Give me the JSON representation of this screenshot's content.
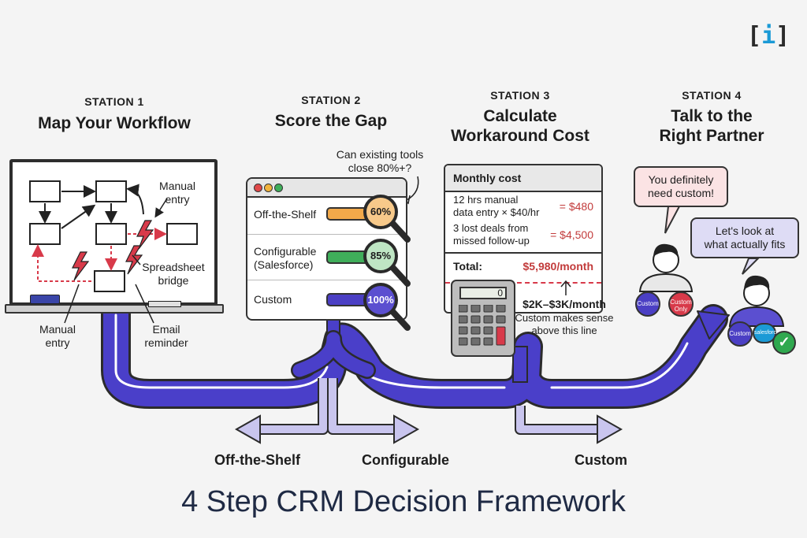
{
  "logo": {
    "open": "[",
    "letter": "i",
    "close": "]"
  },
  "stations": {
    "s1": {
      "tag": "STATION 1",
      "title": "Map Your Workflow"
    },
    "s2": {
      "tag": "STATION 2",
      "title": "Score the Gap"
    },
    "s3": {
      "tag": "STATION 3",
      "title_line1": "Calculate",
      "title_line2": "Workaround Cost"
    },
    "s4": {
      "tag": "STATION 4",
      "title_line1": "Talk to the",
      "title_line2": "Right Partner"
    }
  },
  "workflow": {
    "manual_entry_top": "Manual\nentry",
    "spreadsheet": "Spreadsheet\nbridge",
    "manual_entry_bottom": "Manual\nentry",
    "email": "Email\nreminder"
  },
  "gap": {
    "question": "Can existing tools\nclose 80%+?",
    "rows": [
      {
        "label": "Off-the-Shelf",
        "score": "60%",
        "value": 0.6,
        "color": "#f2a94a"
      },
      {
        "label": "Configurable\n(Salesforce)",
        "score": "85%",
        "value": 0.85,
        "color": "#3fae5a"
      },
      {
        "label": "Custom",
        "score": "100%",
        "value": 1.0,
        "color": "#4b3fc4"
      }
    ]
  },
  "cost": {
    "header": "Monthly cost",
    "line1": "12 hrs manual\ndata entry × $40/hr",
    "val1": "= $480",
    "line2": "3 lost deals from\nmissed follow-up",
    "val2": "= $4,500",
    "total_label": "Total:",
    "total_value": "$5,980/month",
    "calc_display": "0",
    "threshold": "$2K–$3K/month",
    "threshold_note": "Custom makes sense\nabove this line"
  },
  "partner": {
    "bubble1": "You definitely\nneed custom!",
    "bubble2": "Let's look at\nwhat actually fits",
    "badge_custom": "Custom",
    "badge_custom_only": "Custom\nOnly",
    "badge_custom2": "Custom",
    "badge_salesforce": "salesforce"
  },
  "flow": {
    "off_shelf": "Off-the-Shelf",
    "configurable": "Configurable",
    "custom": "Custom"
  },
  "title": "4 Step CRM Decision Framework",
  "colors": {
    "path": "#4a3fc9",
    "path_light": "#c9c5ee",
    "alert": "#d83a4a",
    "check": "#2fa84f"
  }
}
